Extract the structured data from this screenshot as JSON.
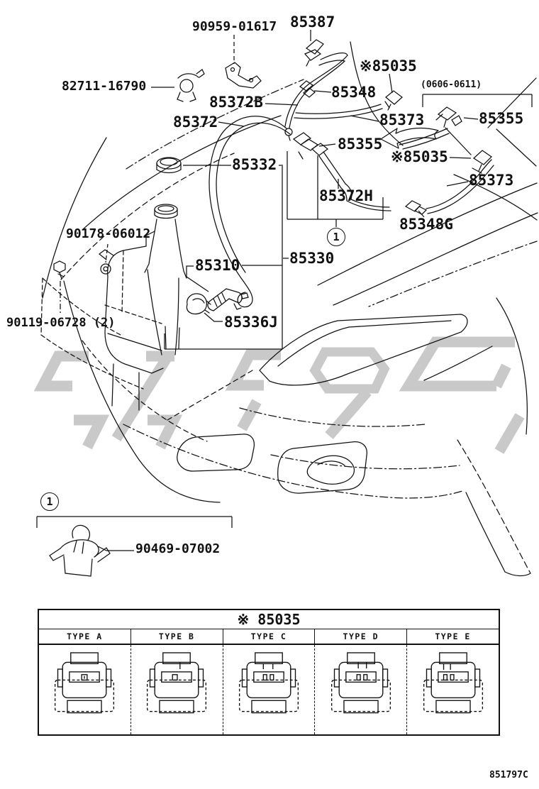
{
  "diagram": {
    "labels": {
      "p90959": "90959-01617",
      "p85387": "85387",
      "p85035a": "※85035",
      "p82711": "82711-16790",
      "p85348": "85348",
      "p85372b": "85372B",
      "daterange": "(0606-0611)",
      "p85355r": "85355",
      "p85372": "85372",
      "p85373a": "85373",
      "p85355m": "85355",
      "p85035b": "※85035",
      "p85332": "85332",
      "p85373b": "85373",
      "p85372h": "85372H",
      "p85348g": "85348G",
      "p90178": "90178-06012",
      "p85330": "85330",
      "p85310": "85310",
      "p90119": "90119-06728 (2)",
      "p85336j": "85336J",
      "p90469": "90469-07002"
    },
    "callout_number": "1",
    "watermark_color": "#c9c9c9",
    "line_color": "#111111"
  },
  "table": {
    "header": "※ 85035",
    "columns": [
      "TYPE A",
      "TYPE B",
      "TYPE C",
      "TYPE D",
      "TYPE E"
    ]
  },
  "footer": {
    "code": "851797C"
  }
}
